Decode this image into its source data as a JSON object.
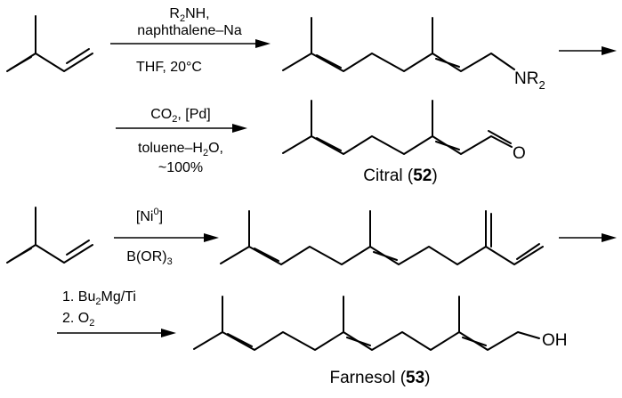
{
  "steps": [
    {
      "above": [
        "R2NH,",
        "naphthalene–Na"
      ],
      "below": [
        "THF, 20°C"
      ]
    },
    {
      "above": [
        "CO2, [Pd]"
      ],
      "below": [
        "toluene–H2O,",
        "~100%"
      ]
    },
    {
      "above": [
        "[Ni0]"
      ],
      "below": [
        "B(OR)3"
      ]
    },
    {
      "above": [
        "1. Bu2Mg/Ti",
        "2. O2"
      ],
      "below": []
    }
  ],
  "atom_labels": {
    "amine": "NR2",
    "aldehyde_oxygen": "O",
    "alcohol": "OH"
  },
  "compounds": {
    "citral": {
      "name": "Citral",
      "number": "52"
    },
    "farnesol": {
      "name": "Farnesol",
      "number": "53"
    }
  }
}
